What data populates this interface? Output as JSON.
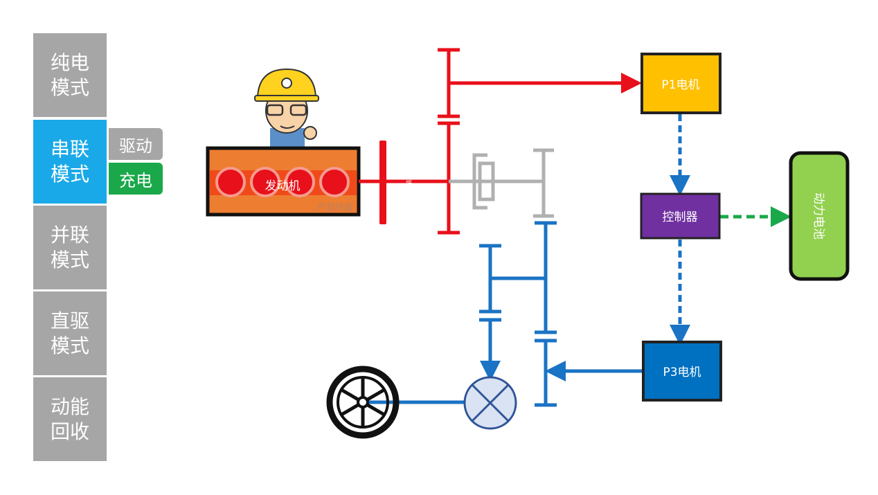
{
  "sidebar": {
    "items": [
      {
        "label": "纯电\n模式",
        "active": false
      },
      {
        "label": "串联\n模式",
        "active": true
      },
      {
        "label": "并联\n模式",
        "active": false
      },
      {
        "label": "直驱\n模式",
        "active": false
      },
      {
        "label": "动能\n回收",
        "active": false
      }
    ],
    "sub_items": [
      {
        "label": "驱动",
        "color": "#a6a6a6"
      },
      {
        "label": "充电",
        "color": "#1aa84a"
      }
    ]
  },
  "diagram": {
    "engine": "发动机",
    "damper": "扭转减振器",
    "p1_motor": "P1电机",
    "controller": "控制器",
    "battery": "动力电池",
    "p3_motor": "P3电机",
    "watermark": "严禁转载",
    "colors": {
      "engine_path": "#e8101a",
      "drive_path": "#1a73c4",
      "idle": "#b0b0b0",
      "p1": "#ffc000",
      "controller": "#7030a0",
      "p3": "#0070c0",
      "battery": "#92d050",
      "charge_flow": "#1aa84a"
    }
  }
}
